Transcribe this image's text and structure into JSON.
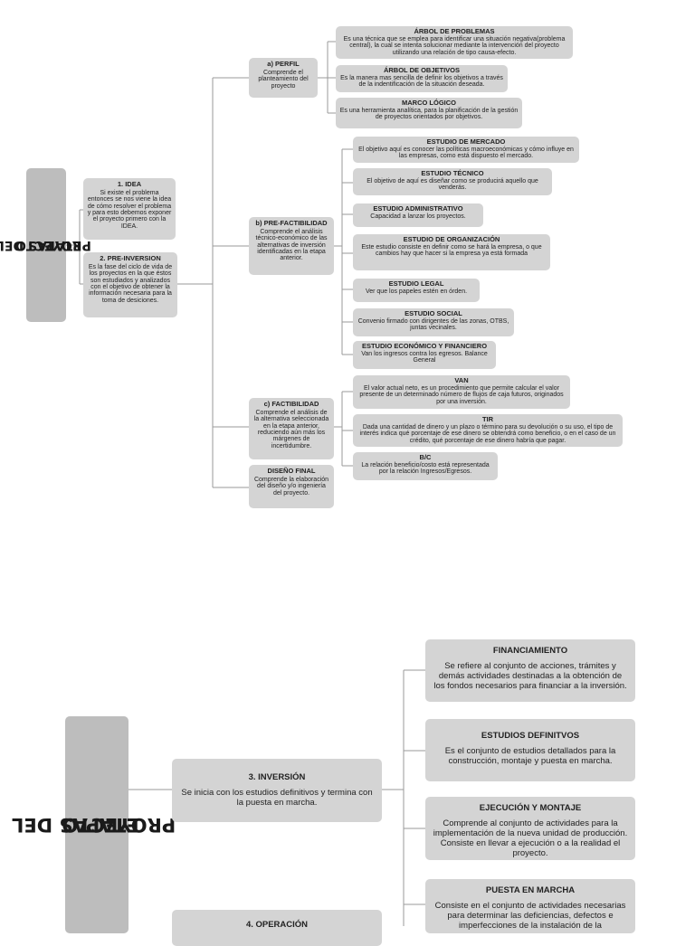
{
  "part1": {
    "root": {
      "title_line1": "ETAPAS DEL",
      "title_line2": "PROYECTO"
    },
    "idea": {
      "title": "1. IDEA",
      "desc": "Si existe el problema entonces se nos viene la idea de cómo resolver el problema y para esto debemos exponer el proyecto primero con la IDEA."
    },
    "preinversion": {
      "title": "2. PRE-INVERSION",
      "desc": "Es la fase del ciclo de vida de los proyectos en la que éstos son estudiados y analizados con el objetivo de obtener la información necesaria para la toma de desiciones."
    },
    "perfil": {
      "title": "a) PERFIL",
      "desc": "Comprende el planteamiento del proyecto"
    },
    "arbol_problemas": {
      "title": "ÁRBOL DE PROBLEMAS",
      "desc": "Es una técnica que se emplea para identificar una situación negativa(problema central), la cual se intenta solucionar mediante la intervención del proyecto utilizando una relación de tipo causa-efecto."
    },
    "arbol_objetivos": {
      "title": "ÁRBOL DE OBJETIVOS",
      "desc": "Es la manera mas sencilla de definir los objetivos a través de la indentificación de la situación deseada."
    },
    "marco_logico": {
      "title": "MARCO LÓGICO",
      "desc": "Es una herramienta analítica, para la planificación de la gestión de proyectos orientados por objetivos."
    },
    "prefactibilidad": {
      "title": "b) PRE-FACTIBILIDAD",
      "desc": "Comprende el análisis técnico-económico de las alternativas de inversión identificadas en la etapa anterior."
    },
    "estudio_mercado": {
      "title": "ESTUDIO DE MERCADO",
      "desc": "El objetivo aquí es conocer las políticas macroeconómicas y cómo influye en las empresas, como está dispuesto el mercado."
    },
    "estudio_tecnico": {
      "title": "ESTUDIO TÉCNICO",
      "desc": "El objetivo de aquí es diseñar como se producirá aquello que venderás."
    },
    "estudio_administrativo": {
      "title": "ESTUDIO ADMINISTRATIVO",
      "desc": "Capacidad a lanzar los proyectos."
    },
    "estudio_organizacion": {
      "title": "ESTUDIO DE ORGANIZACIÓN",
      "desc": "Este estudio consiste en definir como se hará la empresa, o que cambios hay que hacer si la empresa ya está formada"
    },
    "estudio_legal": {
      "title": "ESTUDIO LEGAL",
      "desc": "Ver que los papeles estén en órden."
    },
    "estudio_social": {
      "title": "ESTUDIO SOCIAL",
      "desc": "Convenio firmado con dirigentes de las zonas, OTBS, juntas vecinales."
    },
    "estudio_economico": {
      "title": "ESTUDIO ECONÓMICO Y FINANCIERO",
      "desc": "Van los ingresos contra los egresos. Balance General"
    },
    "factibilidad": {
      "title": "c) FACTIBILIDAD",
      "desc": "Comprende el análisis de la alternativa seleccionada en la etapa anterior, reduciendo aún más los márgenes de incertidumbre."
    },
    "van": {
      "title": "VAN",
      "desc": "El valor actual neto, es un procedimiento que permite calcular el valor presente de un determinado número de flujos de caja futuros, originados por una inversión."
    },
    "tir": {
      "title": "TIR",
      "desc": "Dada una cantidad de dinero y un plazo o término para su devolución o su uso, el tipo de interés indica qué porcentaje de ese dinero se obtendrá como beneficio, o en el caso de un crédito, qué porcentaje de ese dinero habría que pagar."
    },
    "bc": {
      "title": "B/C",
      "desc": "La relación beneficio/costo está representada por la relación Ingresos/Egresos."
    },
    "diseno_final": {
      "title": "DISEÑO FINAL",
      "desc": "Comprende la elaboración del diseño y/o ingeniería del proyecto."
    }
  },
  "part2": {
    "root": {
      "title_line1": "ETAPAS DEL",
      "title_line2": "PROYECTO"
    },
    "inversion": {
      "title": "3. INVERSIÓN",
      "desc": "Se inicia con los estudios definitivos y termina con la puesta en marcha."
    },
    "operacion": {
      "title": "4. OPERACIÓN",
      "desc": ""
    },
    "financiamiento": {
      "title": "FINANCIAMIENTO",
      "desc": "Se refiere al conjunto de acciones, trámites y demás actividades destinadas a la obtención de los fondos necesarios para financiar a la inversión."
    },
    "estudios_definitivos": {
      "title": "ESTUDIOS DEFINITVOS",
      "desc": "Es el conjunto de estudios detallados para la construcción, montaje y puesta en marcha."
    },
    "ejecucion_montaje": {
      "title": "EJECUCIÓN Y MONTAJE",
      "desc": "Comprende al conjunto de actividades para la implementación de la nueva unidad de producción. Consiste en llevar a ejecución o a la realidad el proyecto."
    },
    "puesta_marcha": {
      "title": "PUESTA EN MARCHA",
      "desc": "Consiste en el conjunto de actividades necesarias para determinar las deficiencias, defectos e imperfecciones de la instalación de la"
    }
  }
}
